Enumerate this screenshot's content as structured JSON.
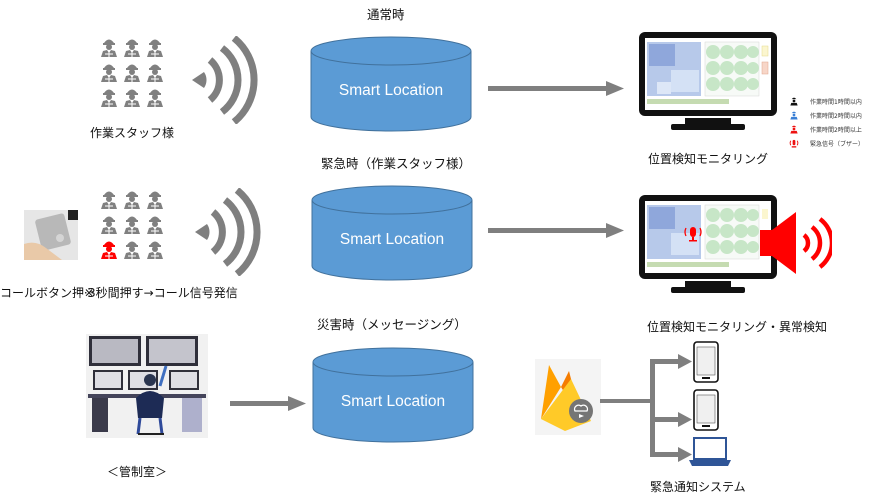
{
  "sections": {
    "normal": {
      "title": "通常時",
      "staff_label": "作業スタッフ様",
      "server_label": "Smart Location",
      "monitor_label": "位置検知モニタリング",
      "legend": [
        {
          "icon": "worker-black-icon",
          "text": "作業時間1時間以内",
          "color": "#111111"
        },
        {
          "icon": "worker-blue-icon",
          "text": "作業時間2時間以内",
          "color": "#3a7fd5"
        },
        {
          "icon": "worker-red-icon",
          "text": "作業時間2時間以上",
          "color": "#ee1111"
        },
        {
          "icon": "buzzer-icon",
          "text": "緊急信号（ブザー）",
          "color": "#ee1111"
        }
      ]
    },
    "emergency": {
      "title": "緊急時（作業スタッフ様）",
      "device_caption": "コールボタン押※",
      "action_caption": "3秒間押す→コール信号発信",
      "server_label": "Smart Location",
      "monitor_label": "位置検知モニタリング・異常検知"
    },
    "disaster": {
      "title": "災害時（メッセージング）",
      "control_room_label": "＜管制室＞",
      "server_label": "Smart Location",
      "notify_label": "緊急通知システム"
    }
  },
  "colors": {
    "cylinder_fill": "#5b9bd5",
    "cylinder_stroke": "#41719c",
    "arrow": "#7f7f7f",
    "icon_gray": "#808080",
    "alert_red": "#ff0000"
  }
}
